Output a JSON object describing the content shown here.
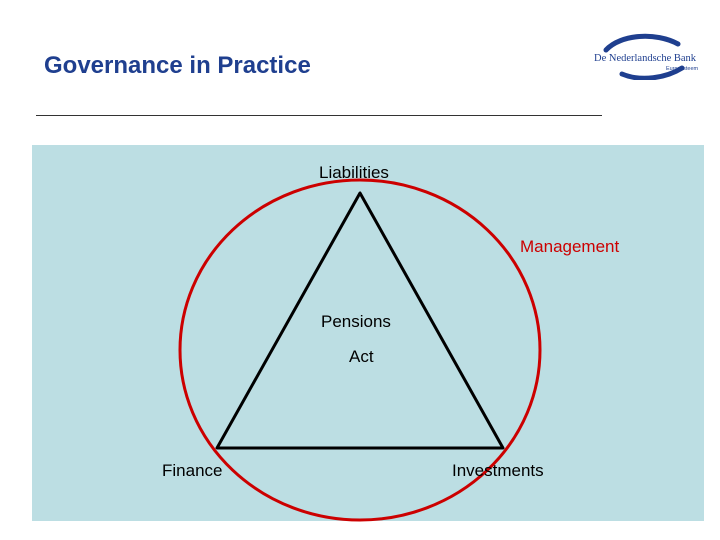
{
  "header": {
    "title": "Governance in Practice",
    "logo_text": "De Nederlandsche Bank",
    "logo_subtext": "Eurosysteem"
  },
  "diagram": {
    "top_label": "Liabilities",
    "circle_label": "Management",
    "center_label_line1": "Pensions",
    "center_label_line2": "Act",
    "left_label": "Finance",
    "right_label": "Investments"
  },
  "colors": {
    "title": "#1f3f8f",
    "panel_background": "#bcdee3",
    "circle": "#cc0000",
    "triangle": "#000000"
  }
}
